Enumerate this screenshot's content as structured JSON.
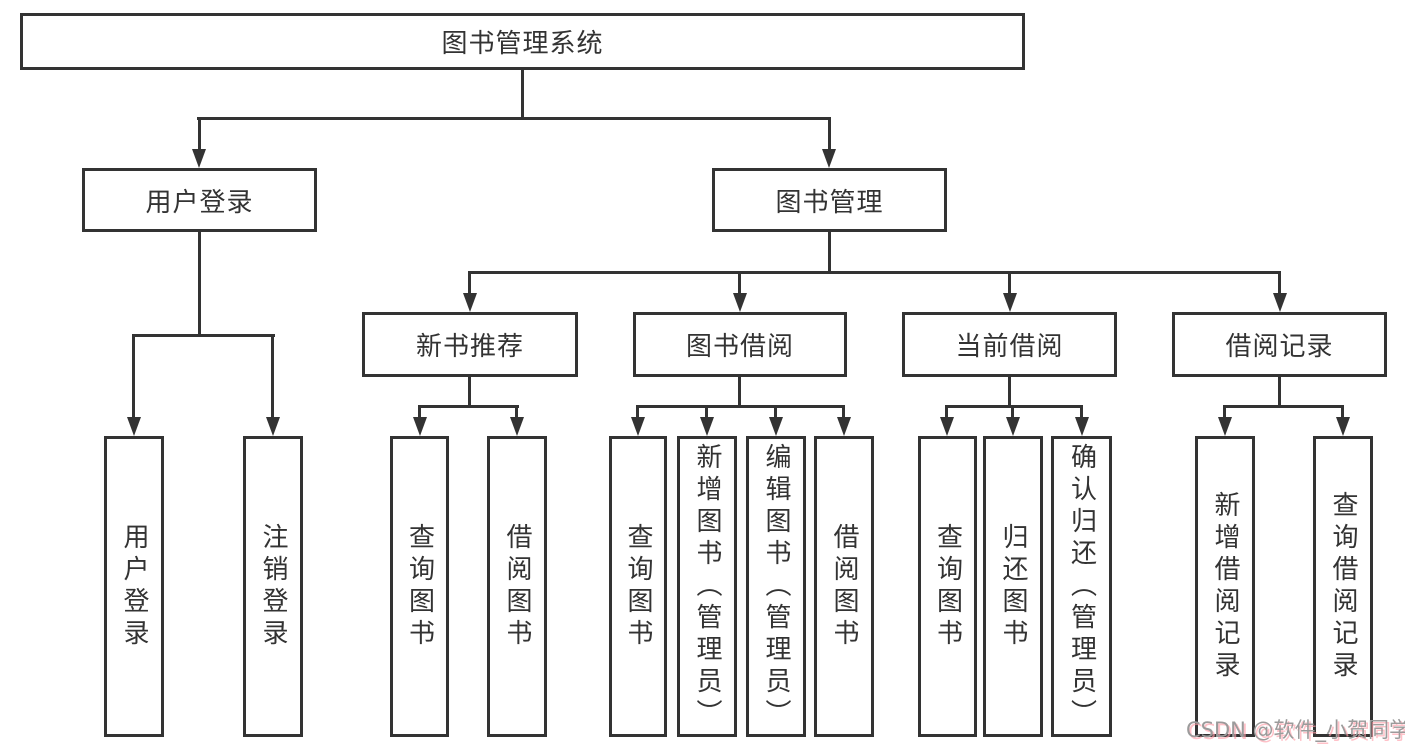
{
  "diagram": {
    "title_node": "图书管理系统",
    "level2": {
      "user_login": "用户登录",
      "book_management": "图书管理"
    },
    "level3": {
      "new_book_recommend": "新书推荐",
      "book_borrow": "图书借阅",
      "current_borrow": "当前借阅",
      "borrow_record": "借阅记录"
    },
    "leaves": {
      "user_login": [
        "用户登录",
        "注销登录"
      ],
      "new_book_recommend": [
        "查询图书",
        "借阅图书"
      ],
      "book_borrow": [
        "查询图书",
        "新增图书（管理员）",
        "编辑图书（管理员）",
        "借阅图书"
      ],
      "current_borrow": [
        "查询图书",
        "归还图书",
        "确认归还（管理员）"
      ],
      "borrow_record": [
        "新增借阅记录",
        "查询借阅记录"
      ]
    },
    "watermark": "CSDN @软件_小贺同学",
    "colors": {
      "line": "#333333",
      "text": "#333333",
      "background": "#ffffff",
      "watermark_gray": "#9b9b9b",
      "watermark_pink": "#ffa0aa"
    }
  }
}
